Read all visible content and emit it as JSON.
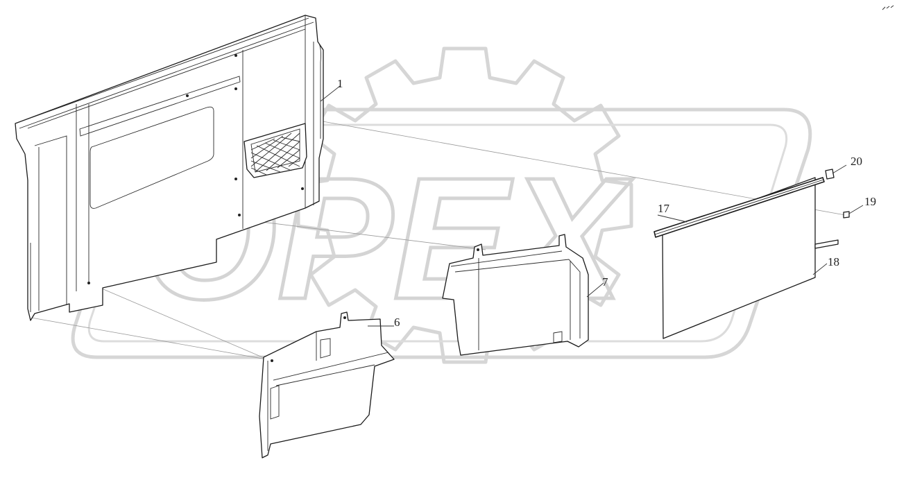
{
  "watermark": {
    "text": "OPEX"
  },
  "part_labels": {
    "p1": "1",
    "p6": "6",
    "p7": "7",
    "p17": "17",
    "p18": "18",
    "p19": "19",
    "p20": "20"
  },
  "colors": {
    "line": "#1a1a1a",
    "watermark": "#d6d6d6",
    "background": "#ffffff"
  }
}
